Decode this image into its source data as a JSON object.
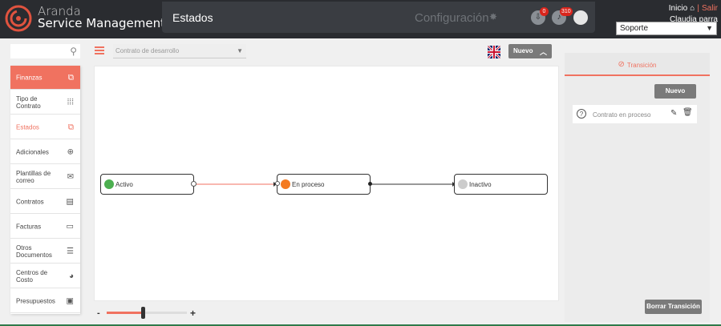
{
  "brand": {
    "line1": "Aranda",
    "line2": "Service Management"
  },
  "header": {
    "page_title": "Estados",
    "config_label": "Configuración",
    "downloads_badge": "0",
    "notifications_badge": "310",
    "inicio": "Inicio",
    "separator": "|",
    "salir": "Salir",
    "user_name": "Claudia parra",
    "role": "Soporte"
  },
  "sidebar": {
    "items": [
      {
        "label": "Finanzas",
        "icon": "copy-icon"
      },
      {
        "label": "Tipo de Contrato",
        "icon": "grid-icon"
      },
      {
        "label": "Estados",
        "icon": "copy-icon"
      },
      {
        "label": "Adicionales",
        "icon": "plus-circle-icon"
      },
      {
        "label": "Plantillas de correo",
        "icon": "mail-icon"
      },
      {
        "label": "Contratos",
        "icon": "document-icon"
      },
      {
        "label": "Facturas",
        "icon": "invoice-icon"
      },
      {
        "label": "Otros Documentos",
        "icon": "list-icon"
      },
      {
        "label": "Centros de Costo",
        "icon": "pie-icon"
      },
      {
        "label": "Presupuestos",
        "icon": "money-icon"
      }
    ]
  },
  "toolbar": {
    "contract_placeholder": "Contrato de desarrollo",
    "nuevo_label": "Nuevo"
  },
  "states": [
    {
      "name": "Activo",
      "color": "#4caf50"
    },
    {
      "name": "En proceso",
      "color": "#f47a20"
    },
    {
      "name": "Inactivo",
      "color": "#cccccc"
    }
  ],
  "zoom": {
    "minus": "-",
    "plus": "+",
    "level": 0.45
  },
  "panel": {
    "tab_label": "Transición",
    "nuevo_label": "Nuevo",
    "transition_name": "Contrato en proceso",
    "borrar_label": "Borrar Transición"
  },
  "colors": {
    "accent": "#f07260",
    "header_bg": "#2a2c30"
  }
}
